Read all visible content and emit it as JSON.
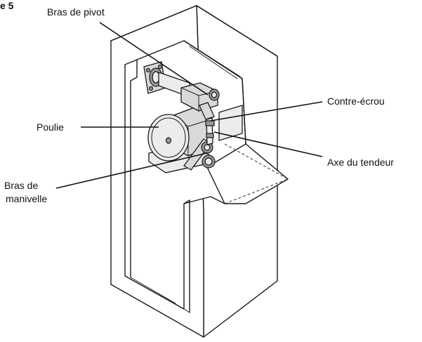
{
  "figure": {
    "number_label": "e 5"
  },
  "labels": {
    "bras_de_pivot": "Bras de pivot",
    "contre_ecrou": "Contre-écrou",
    "poulie": "Poulie",
    "axe_du_tendeur": "Axe du tendeur",
    "bras_de_manivelle_line1": "Bras de",
    "bras_de_manivelle_line2": "manivelle"
  }
}
